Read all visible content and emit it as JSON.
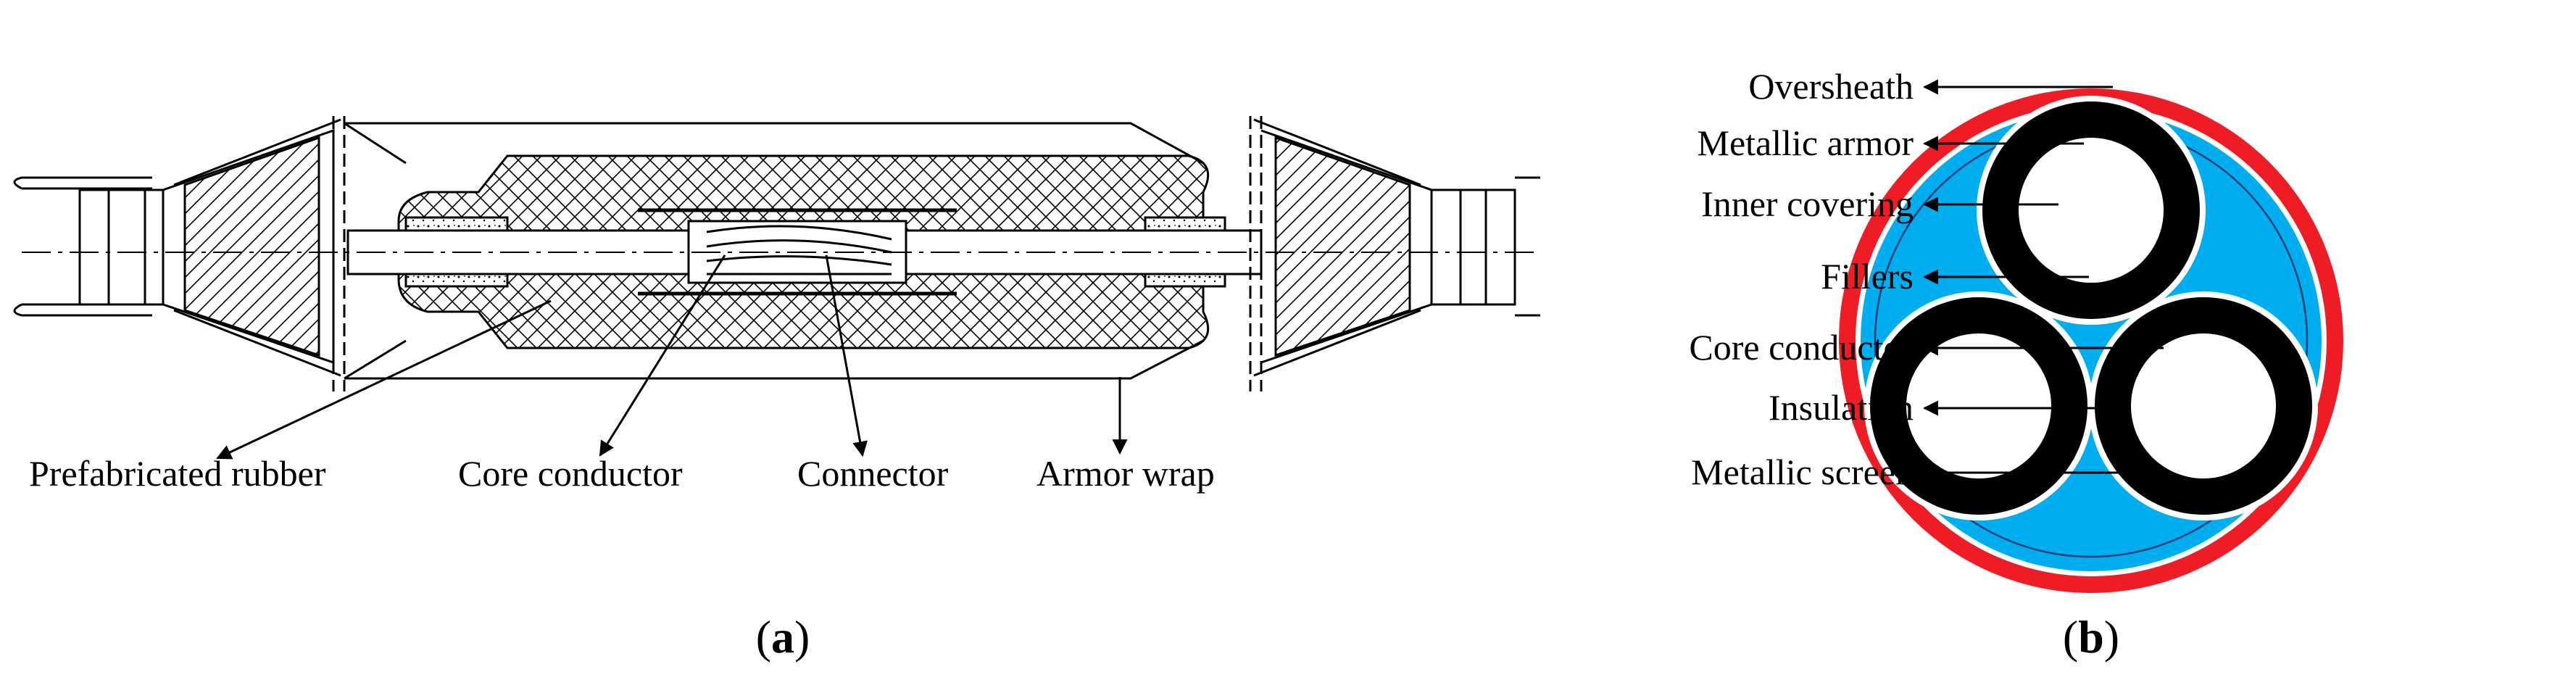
{
  "panel_a": {
    "caption_letter": "a",
    "labels": {
      "prefabricated_rubber": "Prefabricated rubber",
      "core_conductor": "Core conductor",
      "connector": "Connector",
      "armor_wrap": "Armor wrap"
    }
  },
  "panel_b": {
    "caption_letter": "b",
    "labels": {
      "oversheath": "Oversheath",
      "metallic_armor": "Metallic armor",
      "inner_covering": "Inner covering",
      "fillers": "Fillers",
      "core_conductor": "Core conductor",
      "insulation": "Insulation",
      "metallic_screen": "Metallic screen"
    }
  },
  "colors": {
    "oversheath": "#ee1c24",
    "fillers": "#00aeef",
    "insulation": "#000000",
    "conductor": "#ffffff",
    "line": "#000000"
  }
}
